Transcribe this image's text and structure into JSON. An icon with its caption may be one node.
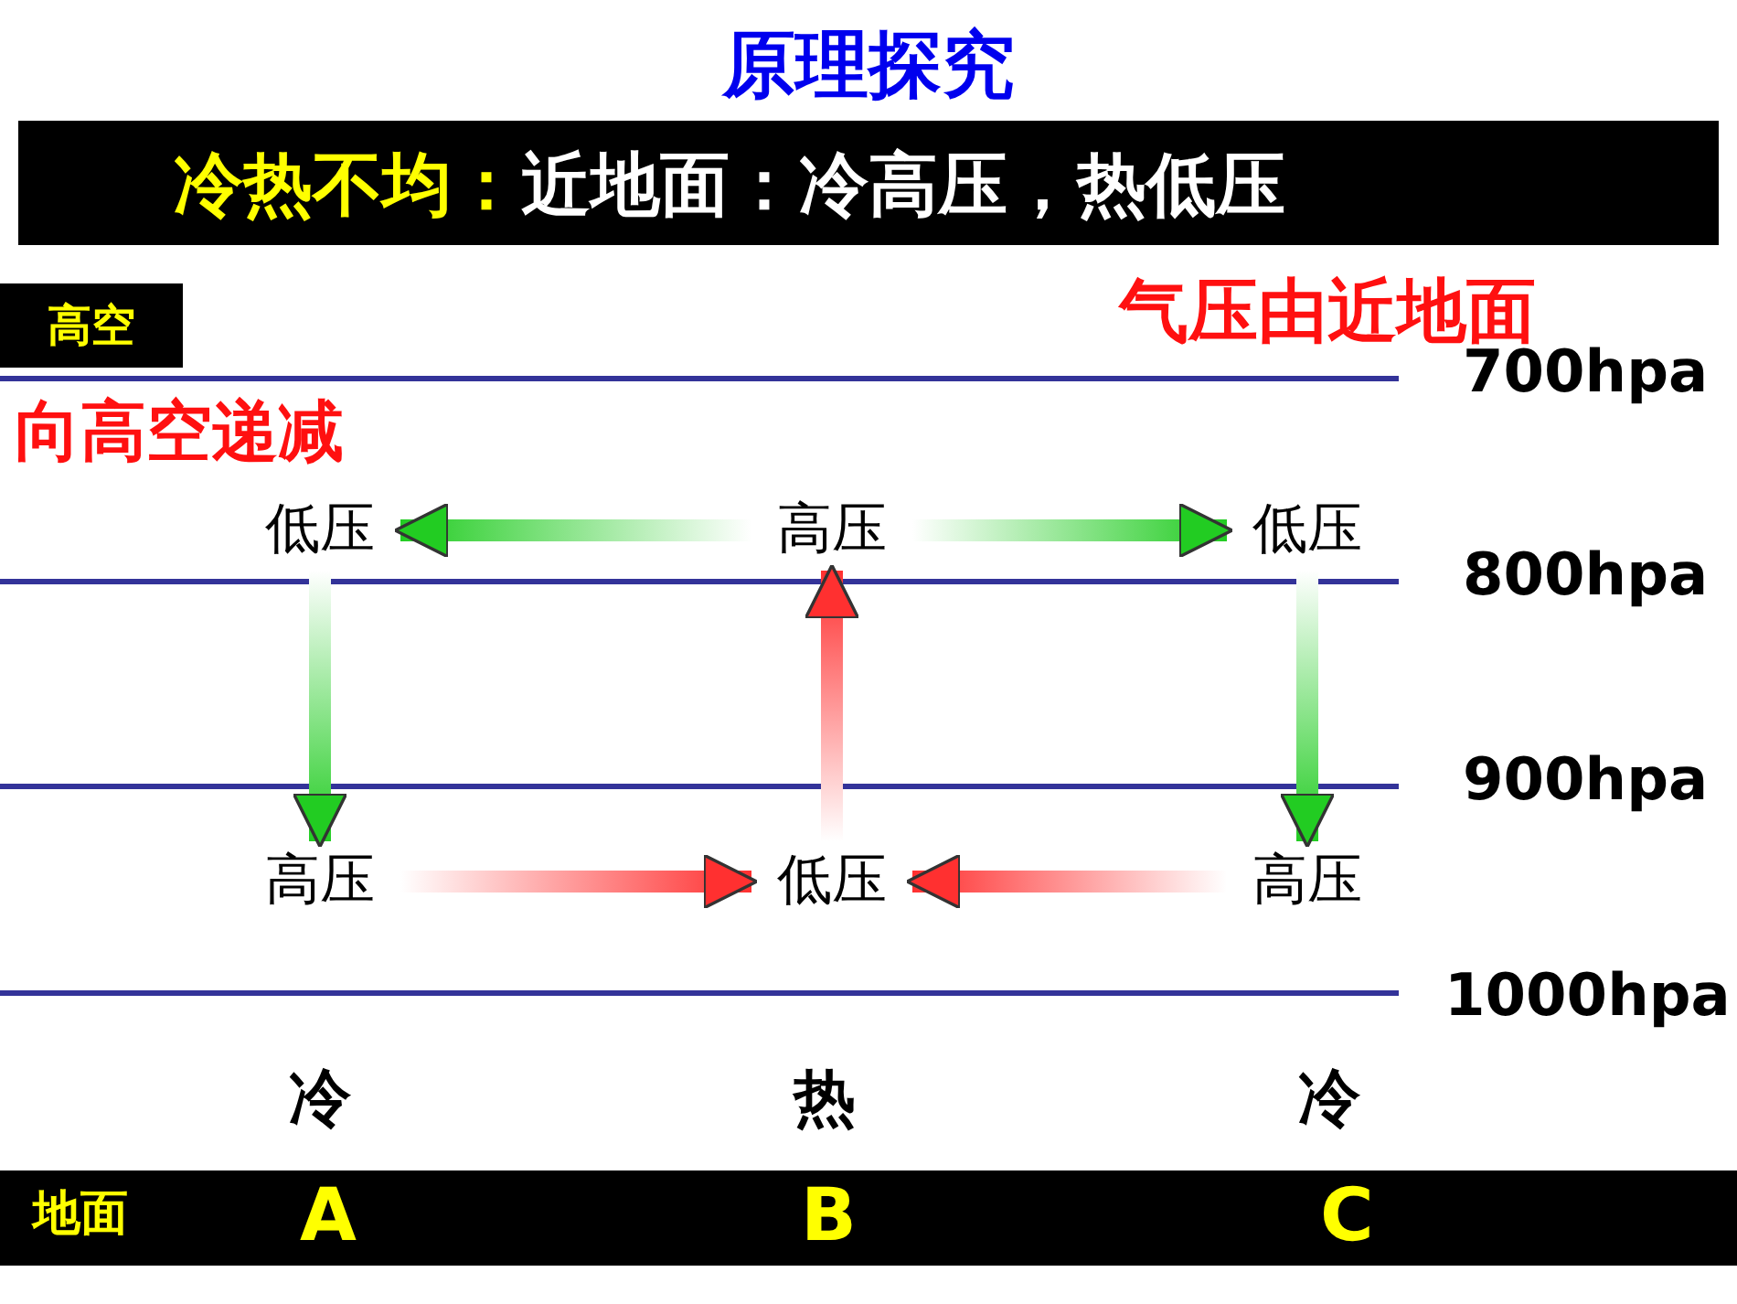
{
  "diagram": {
    "title": "原理探究",
    "nodes": [
      {
        "text": [
          "低压"
        ]
      },
      {
        "text": [
          "高压"
        ]
      },
      {
        "text": [
          "低压"
        ]
      },
      {
        "text": [
          "高压"
        ]
      },
      {
        "text": [
          "低压"
        ]
      },
      {
        "text": [
          "高压"
        ]
      }
    ],
    "edges": [
      {
        "from": 1,
        "to": 0,
        "arrow": "to"
      },
      {
        "from": 1,
        "to": 2,
        "arrow": "to"
      },
      {
        "from": 0,
        "to": 3,
        "arrow": "to"
      },
      {
        "from": 4,
        "to": 1,
        "arrow": "to",
        "color": "#ff3030"
      },
      {
        "from": 3,
        "to": 4,
        "arrow": "to",
        "color": "#ff3030"
      },
      {
        "from": 5,
        "to": 4,
        "arrow": "to",
        "color": "#ff3030"
      },
      {
        "from": 2,
        "to": 5,
        "arrow": "to"
      }
    ],
    "labels": [
      "冷热不均：",
      "近地面：冷高压，热低压",
      "高空",
      "气压由近地面",
      "700hpa",
      "向高空递减",
      "800hpa",
      "900hpa",
      "1000hpa",
      "冷",
      "热",
      "冷",
      "地面",
      "A",
      "B",
      "C"
    ]
  }
}
